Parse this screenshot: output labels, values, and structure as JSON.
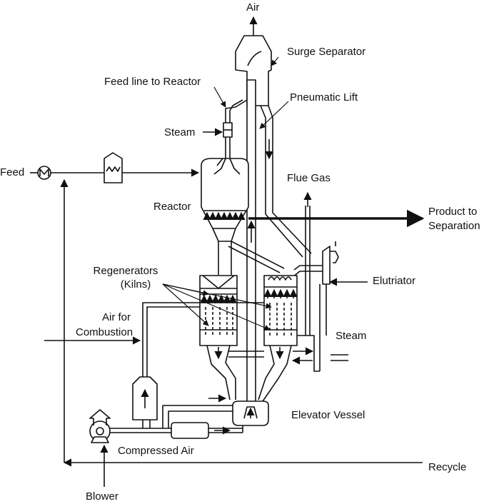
{
  "labels": {
    "air": "Air",
    "surge_separator": "Surge Separator",
    "feed_line": "Feed line to Reactor",
    "pneumatic_lift": "Pneumatic Lift",
    "steam_top": "Steam",
    "feed": "Feed",
    "flue_gas": "Flue Gas",
    "reactor": "Reactor",
    "product_line1": "Product to",
    "product_line2": "Separation",
    "regenerators_line1": "Regenerators",
    "regenerators_line2": "(Kilns)",
    "elutriator": "Elutriator",
    "air_combustion_line1": "Air for",
    "air_combustion_line2": "Combustion",
    "steam_right": "Steam",
    "elevator_vessel": "Elevator Vessel",
    "compressed_air": "Compressed Air",
    "recycle": "Recycle",
    "blower": "Blower"
  },
  "colors": {
    "line": "#111111",
    "background": "#ffffff"
  },
  "icons": {
    "heat_exchanger": "circle-m-heat-exchanger-icon",
    "furnace": "furnace-icon",
    "blower": "blower-icon"
  }
}
